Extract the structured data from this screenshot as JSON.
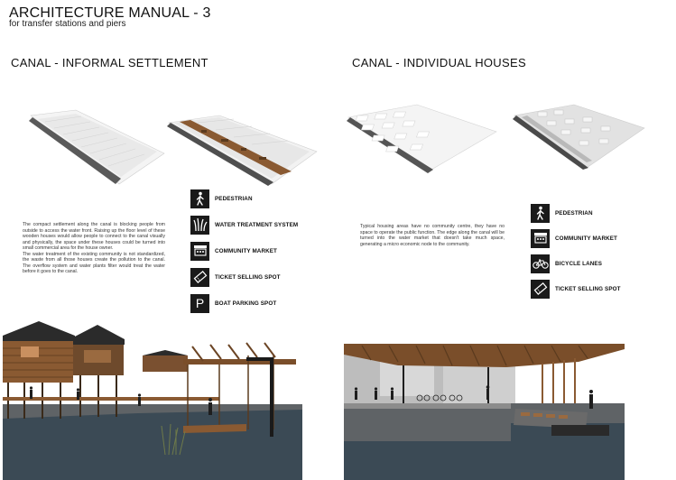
{
  "header": {
    "title": "ARCHITECTURE MANUAL - 3",
    "subtitle": "for transfer stations and piers"
  },
  "left": {
    "title": "CANAL - INFORMAL SETTLEMENT",
    "description": [
      "The compact settlement along the canal is blocking people from outside to access the water front. Raising up the floor level of these wooden houses would allow people to connect to the canal visually and physically, the space under these houses could be turned into small commercial area for the house owner.",
      "The water treatment of the existing community is not standardized, the waste from all those houses create the pollution to the canal. The overflow system and water plants filter would treat the water before it goes to the canal."
    ],
    "legend": [
      {
        "icon": "pedestrian-icon",
        "label": "PEDESTRIAN"
      },
      {
        "icon": "water-treatment-icon",
        "label": "WATER TREATMENT SYSTEM"
      },
      {
        "icon": "community-market-icon",
        "label": "COMMUNITY MARKET"
      },
      {
        "icon": "ticket-icon",
        "label": "TICKET SELLING SPOT"
      },
      {
        "icon": "parking-icon",
        "label": "BOAT PARKING SPOT",
        "glyph": "P"
      }
    ]
  },
  "right": {
    "title": "CANAL - INDIVIDUAL HOUSES",
    "description": [
      "Typical housing areas have no community centre, they have no space to operate the public function. The edge along the canal will be turned into the water market that doesn't take much space, generating a micro economic node to the community."
    ],
    "legend": [
      {
        "icon": "pedestrian-icon",
        "label": "PEDESTRIAN"
      },
      {
        "icon": "community-market-icon",
        "label": "COMMUNITY MARKET"
      },
      {
        "icon": "bicycle-icon",
        "label": "BICYCLE LANES"
      },
      {
        "icon": "ticket-icon",
        "label": "TICKET SELLING SPOT"
      }
    ]
  },
  "colors": {
    "wood": "#8a5a32",
    "wood_dark": "#5a3a1e",
    "water": "#3d4a52",
    "ground": "#6e6e6e",
    "icon_bg": "#1a1a1a"
  }
}
